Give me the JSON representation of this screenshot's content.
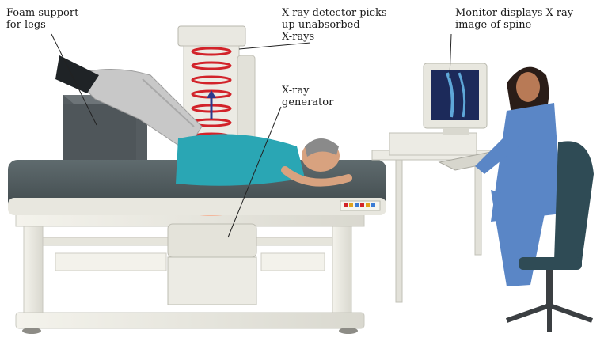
{
  "labels": {
    "foam_support": "Foam support\nfor legs",
    "xray_detector": "X-ray detector picks\nup unabsorbed\nX-rays",
    "monitor": "Monitor displays X-ray\nimage of spine",
    "xray_generator": "X-ray\ngenerator"
  },
  "colors": {
    "table_top": "#4b5659",
    "table_frame": "#ecebe3",
    "shirt": "#2aa6b4",
    "pants": "#c8c8c8",
    "foam_block": "#555c60",
    "ray_red": "#d2232a",
    "ray_light": "#f3b79c",
    "scrubs": "#5a86c6",
    "chair": "#2f4b55",
    "screen": "#1c2a5a"
  },
  "icons": [
    "xray-ring",
    "upward-arrow",
    "monitor",
    "keyboard",
    "chair"
  ]
}
